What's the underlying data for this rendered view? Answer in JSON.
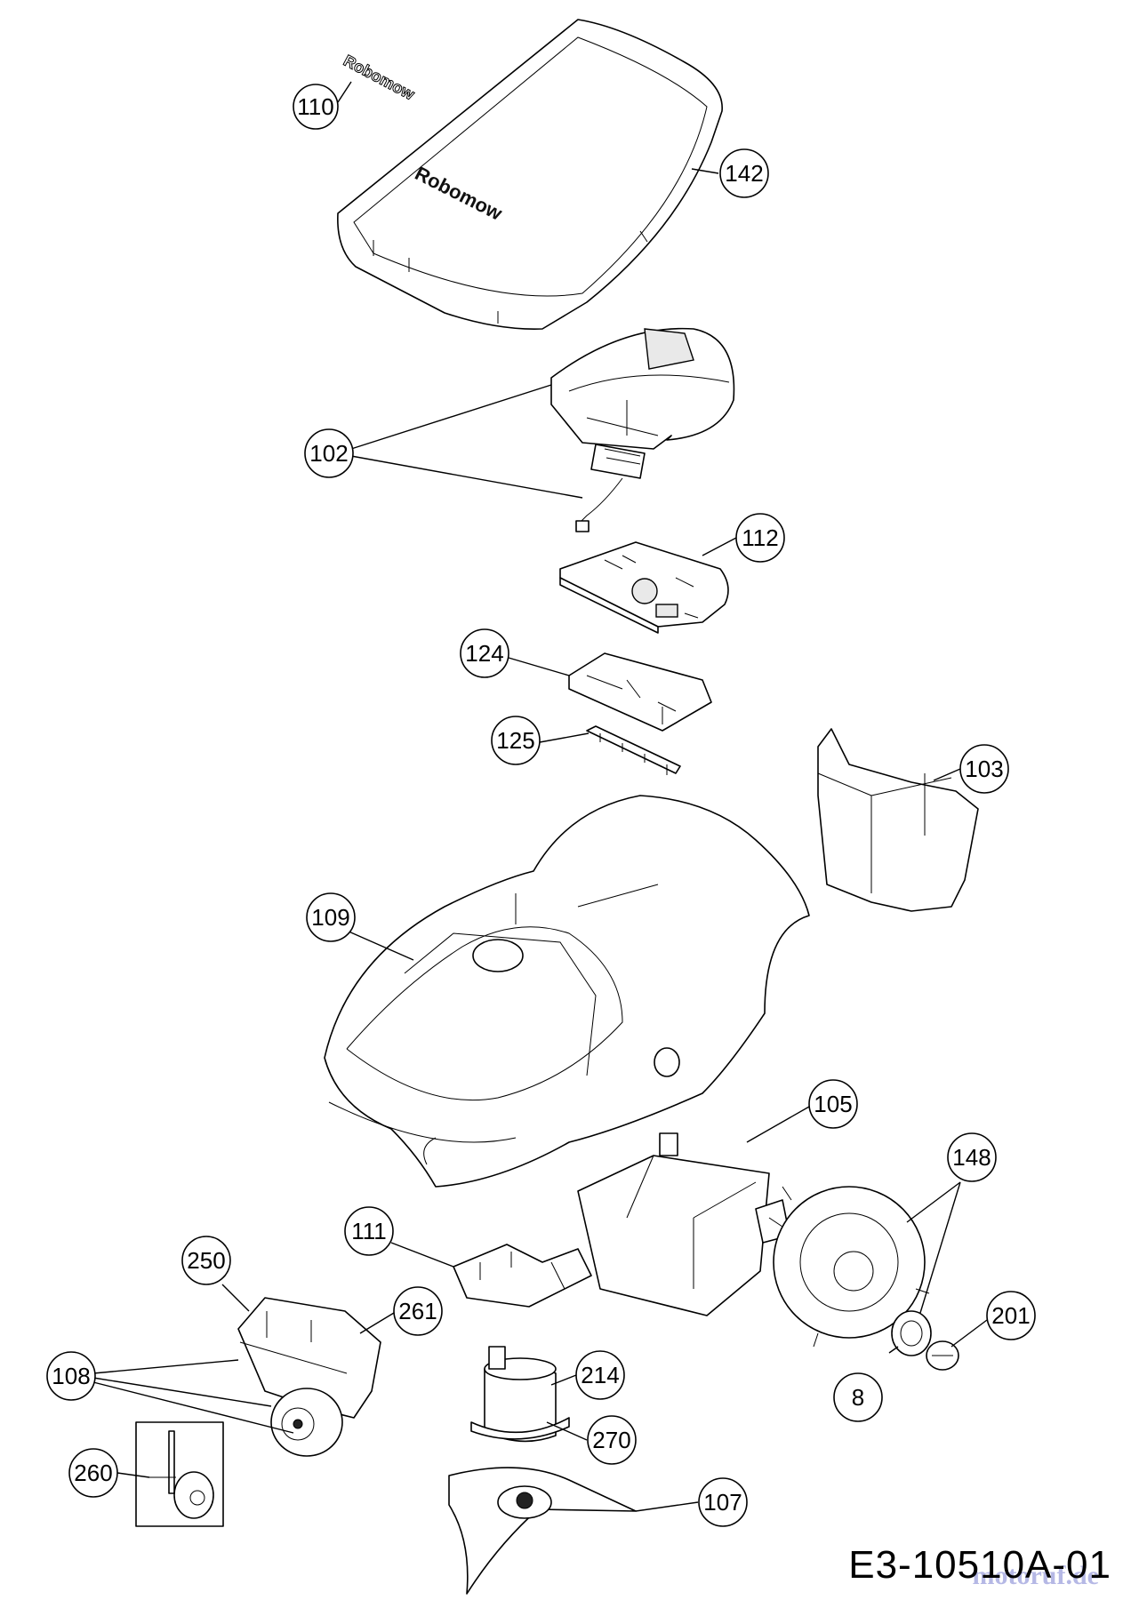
{
  "diagram": {
    "drawing_number": "E3-10510A-01",
    "watermark": "motoruf.de",
    "cover_logo_text": "Robomow",
    "callouts": [
      {
        "id": "c110",
        "label": "110"
      },
      {
        "id": "c142",
        "label": "142"
      },
      {
        "id": "c102",
        "label": "102"
      },
      {
        "id": "c112",
        "label": "112"
      },
      {
        "id": "c124",
        "label": "124"
      },
      {
        "id": "c125",
        "label": "125"
      },
      {
        "id": "c103",
        "label": "103"
      },
      {
        "id": "c109",
        "label": "109"
      },
      {
        "id": "c105",
        "label": "105"
      },
      {
        "id": "c148",
        "label": "148"
      },
      {
        "id": "c111",
        "label": "111"
      },
      {
        "id": "c250",
        "label": "250"
      },
      {
        "id": "c261",
        "label": "261"
      },
      {
        "id": "c201",
        "label": "201"
      },
      {
        "id": "c108",
        "label": "108"
      },
      {
        "id": "c214",
        "label": "214"
      },
      {
        "id": "c8",
        "label": "8"
      },
      {
        "id": "c270",
        "label": "270"
      },
      {
        "id": "c260",
        "label": "260"
      },
      {
        "id": "c107",
        "label": "107"
      }
    ]
  }
}
